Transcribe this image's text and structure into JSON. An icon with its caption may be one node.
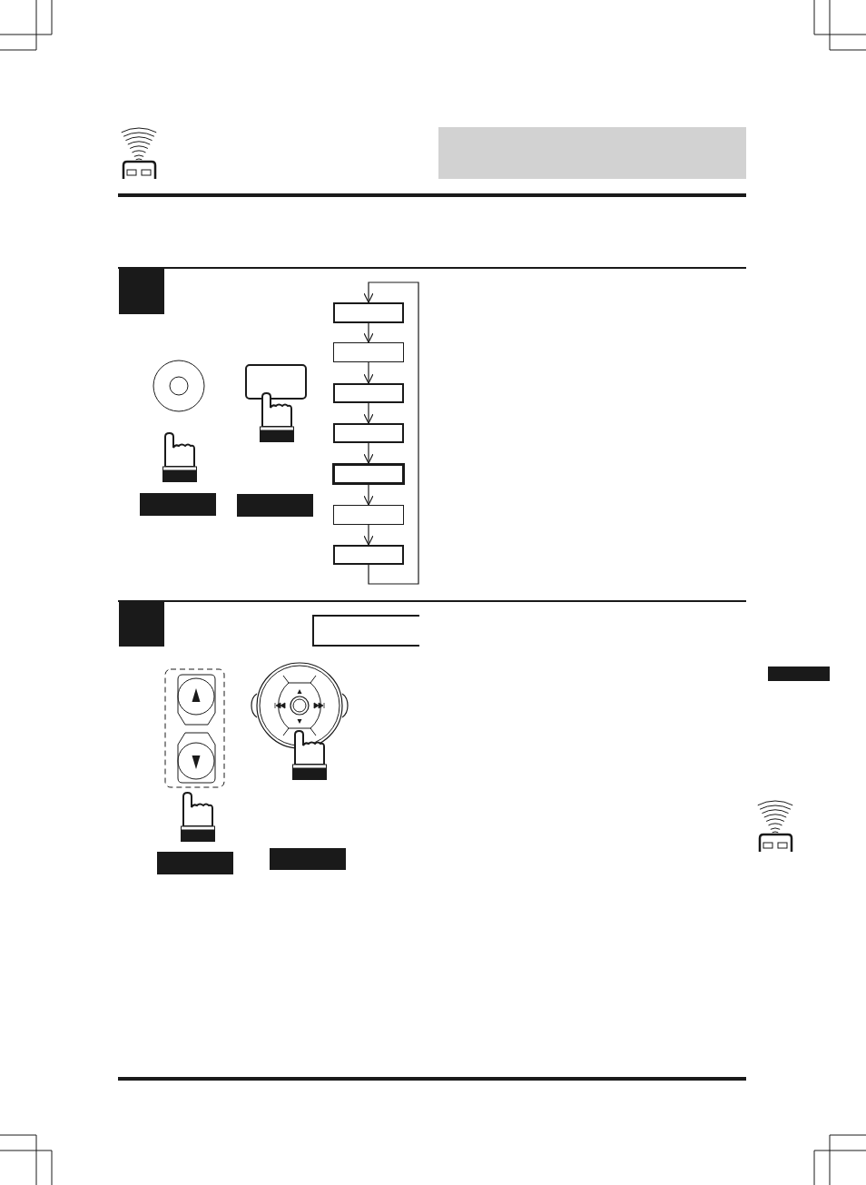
{
  "diagram": {
    "nodes": [
      {
        "text": [],
        "shape": "bar"
      },
      {
        "text": [],
        "shape": "bar"
      },
      {
        "text": [],
        "shape": "box"
      },
      {
        "text": [],
        "shape": "box"
      },
      {
        "text": [],
        "shape": "box"
      },
      {
        "text": [],
        "shape": "box"
      },
      {
        "text": [],
        "shape": "box"
      },
      {
        "text": [],
        "shape": "box"
      },
      {
        "text": [],
        "shape": "box"
      },
      {
        "text": [],
        "shape": "bar"
      },
      {
        "text": [],
        "shape": "bar"
      }
    ],
    "edges": [
      {
        "from": 2,
        "to": 3,
        "arrow": "to"
      },
      {
        "from": 3,
        "to": 4,
        "arrow": "to"
      },
      {
        "from": 4,
        "to": 5,
        "arrow": "to"
      },
      {
        "from": 5,
        "to": 6,
        "arrow": "to"
      },
      {
        "from": 6,
        "to": 7,
        "arrow": "to"
      },
      {
        "from": 7,
        "to": 8,
        "arrow": "to"
      },
      {
        "from": 8,
        "to": 2,
        "arrow": "to"
      }
    ]
  }
}
